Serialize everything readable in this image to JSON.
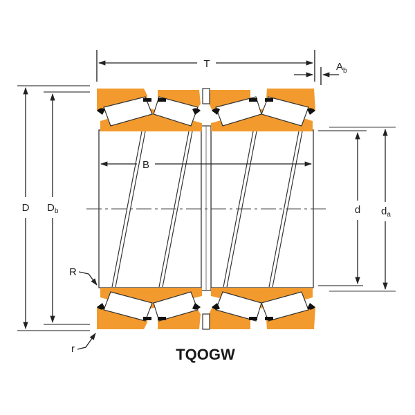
{
  "diagram": {
    "type": "technical-drawing",
    "subject": "Four-row tapered roller bearing cross-section",
    "title": "TQOGW",
    "colors": {
      "race": "#F29A2E",
      "line": "#222222",
      "dim_line": "#555555",
      "background": "#FFFFFF"
    },
    "dimensions": {
      "T": {
        "label": "T",
        "description": "overall width"
      },
      "Ab": {
        "label": "A",
        "sub": "b"
      },
      "B": {
        "label": "B",
        "description": "inner ring width"
      },
      "D": {
        "label": "D",
        "description": "outer diameter"
      },
      "Db": {
        "label": "D",
        "sub": "b"
      },
      "d": {
        "label": "d",
        "description": "bore diameter"
      },
      "da": {
        "label": "d",
        "sub": "a"
      },
      "R": {
        "label": "R",
        "description": "cone fillet radius"
      },
      "r": {
        "label": "r",
        "description": "cup fillet radius"
      }
    }
  }
}
